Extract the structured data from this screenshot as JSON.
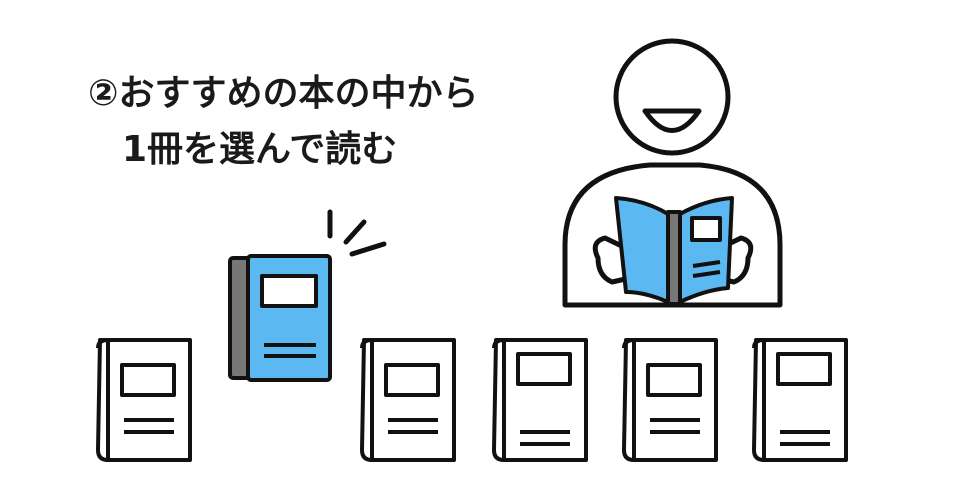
{
  "caption": {
    "line1": "②おすすめの本の中から",
    "line2": "1冊を選んで読む"
  },
  "colors": {
    "book_blue": "#5bb8f0",
    "outline": "#111111",
    "spine_gray": "#777777",
    "background": "#ffffff"
  },
  "books_on_shelf": [
    {
      "id": "book-1",
      "highlighted": false
    },
    {
      "id": "book-2",
      "highlighted": true,
      "lifted": true
    },
    {
      "id": "book-3",
      "highlighted": false
    },
    {
      "id": "book-4",
      "highlighted": false
    },
    {
      "id": "book-5",
      "highlighted": false
    },
    {
      "id": "book-6",
      "highlighted": false
    }
  ],
  "figures": {
    "reader": "smiling-person-reading-icon",
    "open_book": "open-blue-book-icon",
    "selection_marks": "sparkle-lines-icon"
  }
}
